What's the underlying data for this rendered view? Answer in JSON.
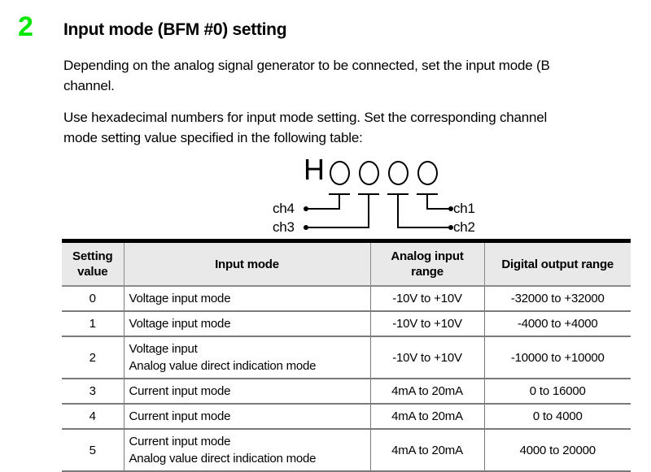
{
  "heading": {
    "number": "2",
    "title": "Input mode (BFM #0) setting"
  },
  "paragraphs": [
    "Depending on the analog signal generator to be connected, set the input mode (B\nchannel.",
    "Use hexadecimal numbers for input mode setting. Set the corresponding channel\nmode setting value specified in the following table:"
  ],
  "diagram": {
    "prefix": "H",
    "digits": [
      "0",
      "0",
      "0",
      "0"
    ],
    "labels": {
      "ch4": "ch4",
      "ch3": "ch3",
      "ch2": "ch2",
      "ch1": "ch1"
    }
  },
  "table": {
    "headers": {
      "setting_value": "Setting\nvalue",
      "input_mode": "Input mode",
      "analog_input_range": "Analog input\nrange",
      "digital_output_range": "Digital output range"
    },
    "rows": [
      {
        "setting_value": "0",
        "input_mode_lines": [
          "Voltage input mode"
        ],
        "analog_input_range": "-10V to +10V",
        "digital_output_range": "-32000 to +32000"
      },
      {
        "setting_value": "1",
        "input_mode_lines": [
          "Voltage input mode"
        ],
        "analog_input_range": "-10V to +10V",
        "digital_output_range": "-4000 to +4000"
      },
      {
        "setting_value": "2",
        "input_mode_lines": [
          "Voltage input",
          "Analog value direct indication mode"
        ],
        "analog_input_range": "-10V to +10V",
        "digital_output_range": "-10000 to +10000"
      },
      {
        "setting_value": "3",
        "input_mode_lines": [
          "Current input mode"
        ],
        "analog_input_range": "4mA to 20mA",
        "digital_output_range": "0 to 16000"
      },
      {
        "setting_value": "4",
        "input_mode_lines": [
          "Current input mode"
        ],
        "analog_input_range": "4mA to 20mA",
        "digital_output_range": "0 to 4000"
      },
      {
        "setting_value": "5",
        "input_mode_lines": [
          "Current input mode",
          "Analog value direct indication mode"
        ],
        "analog_input_range": "4mA to 20mA",
        "digital_output_range": "4000 to 20000"
      }
    ]
  },
  "colors": {
    "step_number": "#00e800",
    "header_background": "#e9e9e9",
    "rule": "#000000",
    "text": "#000000"
  }
}
